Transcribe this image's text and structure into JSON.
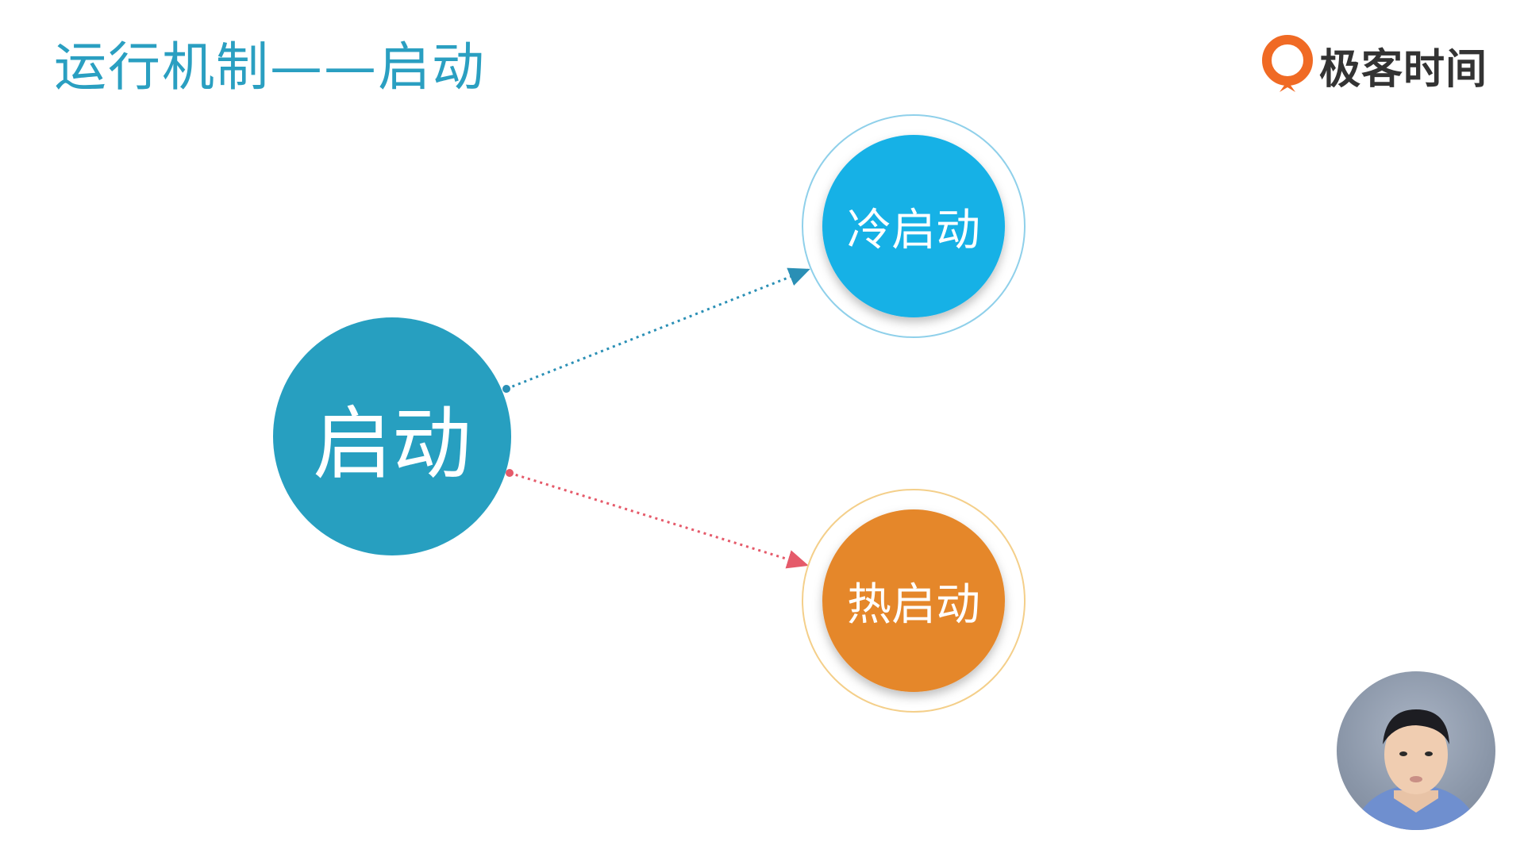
{
  "slide": {
    "title": "运行机制——启动"
  },
  "brand": {
    "name": "极客时间",
    "logo_color": "#f06a24"
  },
  "diagram": {
    "main_node": {
      "label": "启动",
      "color": "#279fc0"
    },
    "cold_node": {
      "label": "冷启动",
      "color": "#17b1e6",
      "ring_color": "#8fd0ea"
    },
    "hot_node": {
      "label": "热启动",
      "color": "#e5872a",
      "ring_color": "#f4cf8a"
    },
    "arrow_cold_color": "#2a8fb5",
    "arrow_hot_color": "#e55a6a"
  },
  "presenter": {
    "icon": "presenter-video-icon"
  }
}
